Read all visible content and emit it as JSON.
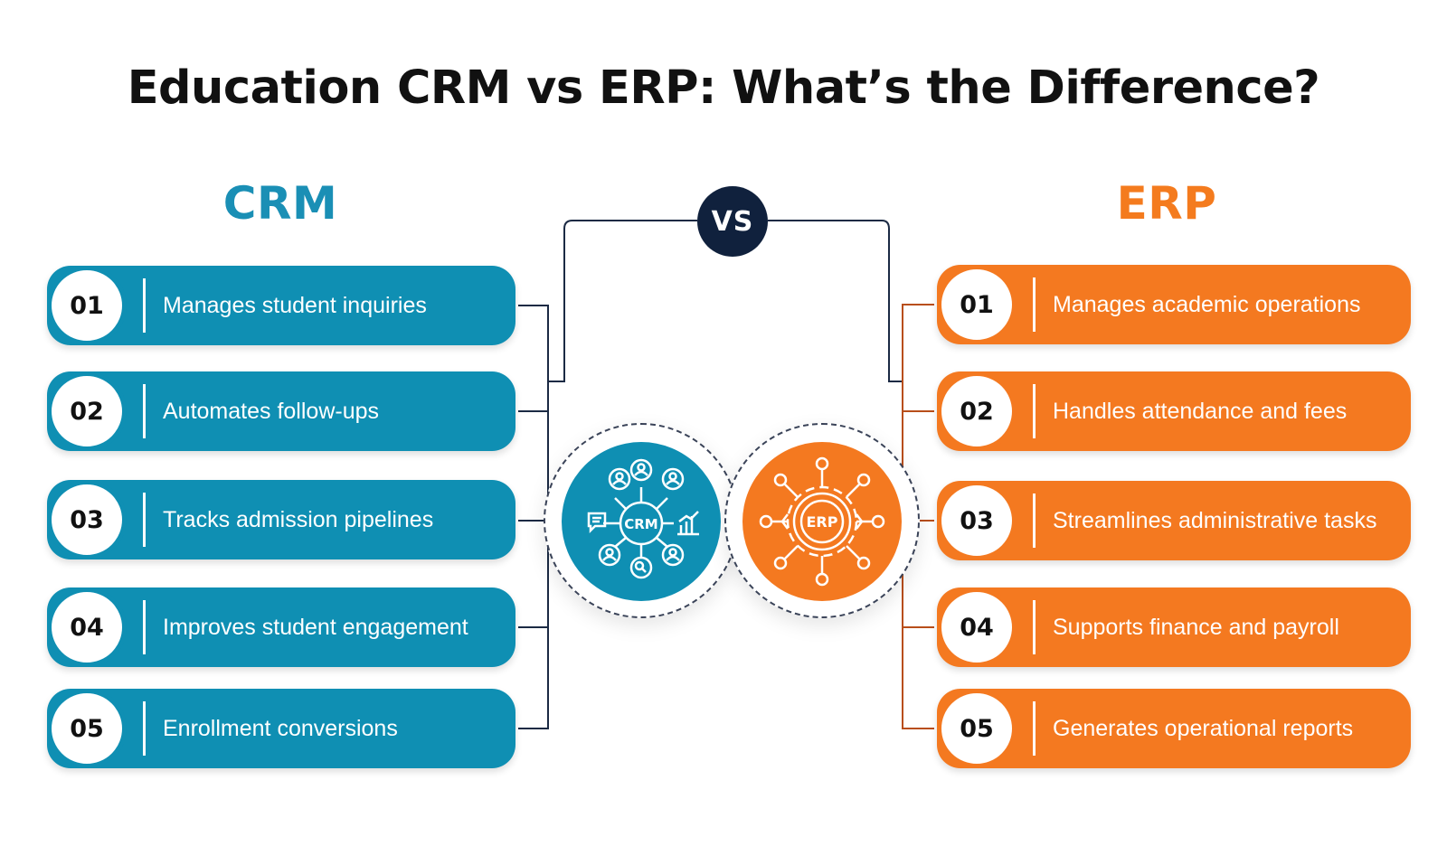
{
  "title": "Education CRM vs ERP: What’s the Difference?",
  "vs_label": "VS",
  "crm": {
    "heading": "CRM",
    "hub_label": "CRM",
    "color": "#0f8fb3",
    "items": [
      {
        "number": "01",
        "text": "Manages student inquiries"
      },
      {
        "number": "02",
        "text": "Automates follow-ups"
      },
      {
        "number": "03",
        "text": "Tracks admission pipelines"
      },
      {
        "number": "04",
        "text": "Improves student engagement"
      },
      {
        "number": "05",
        "text": "Enrollment conversions"
      }
    ]
  },
  "erp": {
    "heading": "ERP",
    "hub_label": "ERP",
    "color": "#f47920",
    "items": [
      {
        "number": "01",
        "text": "Manages academic operations"
      },
      {
        "number": "02",
        "text": "Handles attendance and fees"
      },
      {
        "number": "03",
        "text": "Streamlines administrative tasks"
      },
      {
        "number": "04",
        "text": "Supports finance and payroll"
      },
      {
        "number": "05",
        "text": "Generates operational reports"
      }
    ]
  }
}
